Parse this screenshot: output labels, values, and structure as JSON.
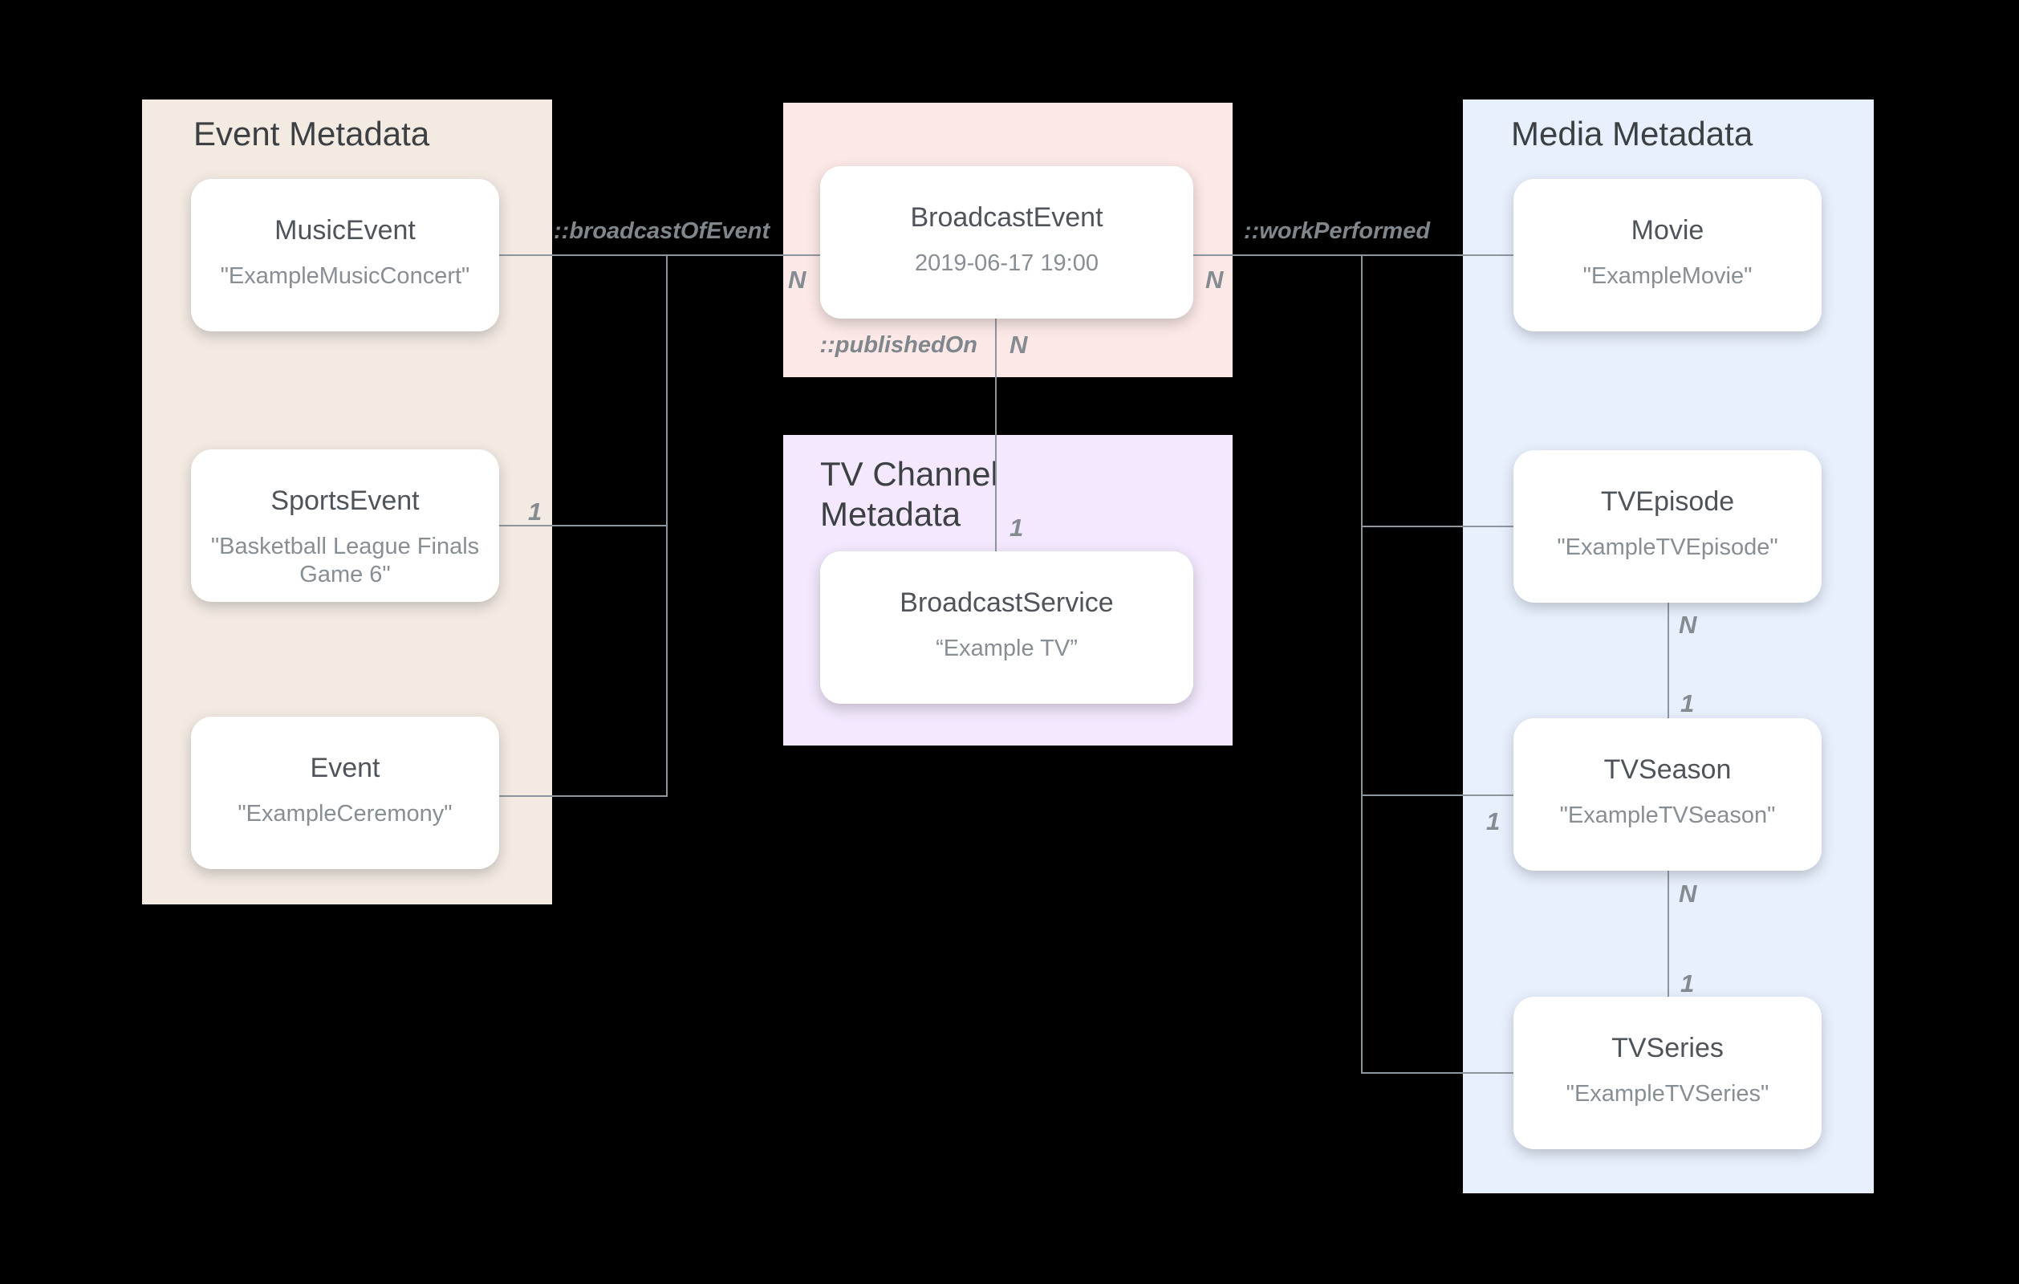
{
  "diagram": {
    "panels": {
      "event": {
        "title": "Event Metadata"
      },
      "tv_channel": {
        "title": "TV Channel Metadata"
      },
      "media": {
        "title": "Media Metadata"
      }
    },
    "nodes": {
      "music_event": {
        "title": "MusicEvent",
        "value": "\"ExampleMusicConcert\""
      },
      "sports_event": {
        "title": "SportsEvent",
        "value": "\"Basketball League Finals Game 6\""
      },
      "event": {
        "title": "Event",
        "value": "\"ExampleCeremony\""
      },
      "broadcast_event": {
        "title": "BroadcastEvent",
        "value": "2019-06-17 19:00"
      },
      "broadcast_service": {
        "title": "BroadcastService",
        "value": "“Example TV”"
      },
      "movie": {
        "title": "Movie",
        "value": "\"ExampleMovie\""
      },
      "tv_episode": {
        "title": "TVEpisode",
        "value": "\"ExampleTVEpisode\""
      },
      "tv_season": {
        "title": "TVSeason",
        "value": "\"ExampleTVSeason\""
      },
      "tv_series": {
        "title": "TVSeries",
        "value": "\"ExampleTVSeries\""
      }
    },
    "edge_labels": {
      "broadcast_of_event": "::broadcastOfEvent",
      "work_performed": "::workPerformed",
      "published_on": "::publishedOn"
    },
    "cardinalities": {
      "n_broadcast_left": "N",
      "n_broadcast_right": "N",
      "n_published_on": "N",
      "one_published_on": "1",
      "one_sports_event": "1",
      "one_tv_season_left": "1",
      "n_episode_bottom": "N",
      "one_season_top": "1",
      "n_season_bottom": "N",
      "one_series_top": "1"
    },
    "colors": {
      "background": "#000000",
      "event_panel": "#f3eae2",
      "broadcast_panel": "#fce8e6",
      "tv_channel_panel": "#f3e8fd",
      "media_panel": "#e8f0fe",
      "node_bg": "#ffffff",
      "line": "#8e969d",
      "header_text": "#3c4043",
      "title_text": "#4e545a",
      "value_text": "#878e94"
    }
  }
}
